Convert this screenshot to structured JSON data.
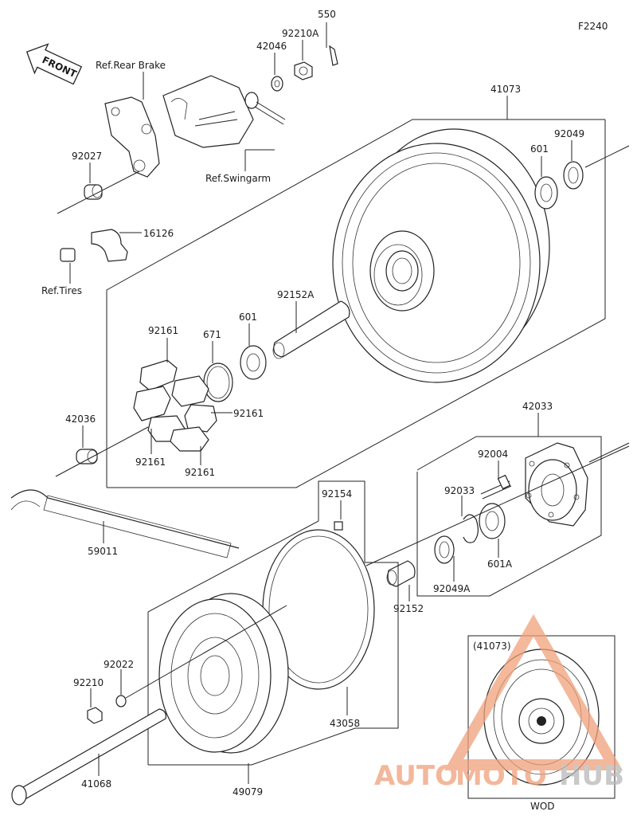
{
  "figure_code": "F2240",
  "front_label": "FRONT",
  "refs": {
    "rear_brake": "Ref.Rear Brake",
    "swingarm": "Ref.Swingarm",
    "tires": "Ref.Tires"
  },
  "parts": {
    "p550": "550",
    "p92210A": "92210A",
    "p42046": "42046",
    "p41073": "41073",
    "p92049": "92049",
    "p601_top": "601",
    "p92027": "92027",
    "p16126": "16126",
    "p92152A": "92152A",
    "p601_mid": "601",
    "p671": "671",
    "p92161_a": "92161",
    "p92161_b": "92161",
    "p92161_c": "92161",
    "p92161_d": "92161",
    "p42036": "42036",
    "p42033": "42033",
    "p92004": "92004",
    "p92033": "92033",
    "p601A": "601A",
    "p92049A": "92049A",
    "p92152": "92152",
    "p92154": "92154",
    "p59011": "59011",
    "p92022": "92022",
    "p92210": "92210",
    "p43058": "43058",
    "p41068": "41068",
    "p49079": "49079"
  },
  "inset": {
    "ref_code": "(41073)",
    "label": "WOD"
  },
  "watermark": {
    "text_a": "AUTO",
    "text_b": "MOTO",
    "text_c": "HUB",
    "color_accent": "#f0a07a",
    "color_dark": "#b8b8b8"
  }
}
